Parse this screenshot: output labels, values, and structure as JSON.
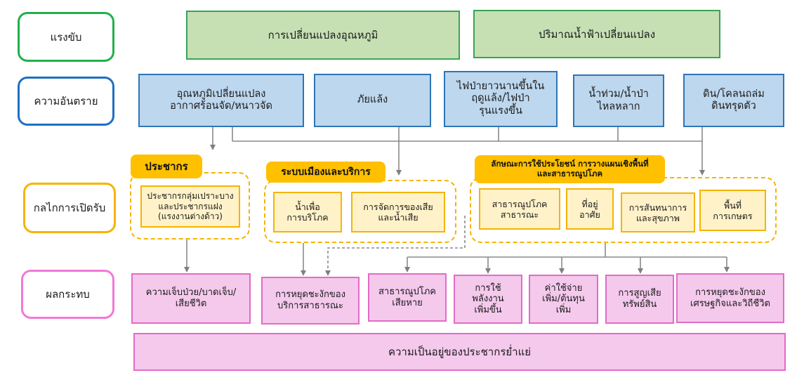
{
  "rows": {
    "drivers": "แรงขับ",
    "hazards": "ความอันตราย",
    "mechanisms": "กลไกการเปิดรับ",
    "impacts": "ผลกระทบ"
  },
  "drivers": [
    "การเปลี่ยนแปลงอุณหภูมิ",
    "ปริมาณน้ำฟ้าเปลี่ยนแปลง"
  ],
  "hazards": [
    "อุณหภูมิเปลี่ยนแปลง\nอากาศร้อนจัด/หนาวจัด",
    "ภัยแล้ง",
    "ไฟป่ายาวนานขึ้นใน\nฤดูแล้ง/ไฟป่า\nรุนแรงขึ้น",
    "น้ำท่วม/น้ำป่า\nไหลหลาก",
    "ดิน/โคลนถล่ม\nดินทรุดตัว"
  ],
  "groups": {
    "population": {
      "title": "ประชากร",
      "items": [
        "ประชากรกลุ่มเปราะบาง\nและประชากรแฝง\n(แรงงานต่างด้าว)"
      ]
    },
    "urban": {
      "title": "ระบบเมืองและบริการ",
      "items": [
        "น้ำเพื่อ\nการบริโภค",
        "การจัดการของเสีย\nและน้ำเสีย"
      ]
    },
    "landuse": {
      "title": "ลักษณะการใช้ประโยชน์ การวางแผนเชิงพื้นที่\nและสาธารณูปโภค",
      "items": [
        "สาธารณูปโภค\nสาธารณะ",
        "ที่อยู่\nอาศัย",
        "การสันทนาการ\nและสุขภาพ",
        "พื้นที่\nการเกษตร"
      ]
    }
  },
  "impacts": [
    "ความเจ็บป่วย/บาดเจ็บ/\nเสียชีวิต",
    "การหยุดชะงักของ\nบริการสาธารณะ",
    "สาธารณูปโภค\nเสียหาย",
    "การใช้\nพลังงาน\nเพิ่มขึ้น",
    "ค่าใช้จ่าย\nเพิ่ม/ต้นทุน\nเพิ่ม",
    "การสูญเสีย\nทรัพย์สิน",
    "การหยุดชะงักของ\nเศรษฐกิจและวิถีชีวิต"
  ],
  "outcome": "ความเป็นอยู่ของประชากรย่ำแย่",
  "colors": {
    "driver_border": "#3aa35a",
    "hazard_border": "#2e75b6",
    "mechanism_border": "#f5b400",
    "impact_border": "#e36bc7"
  }
}
